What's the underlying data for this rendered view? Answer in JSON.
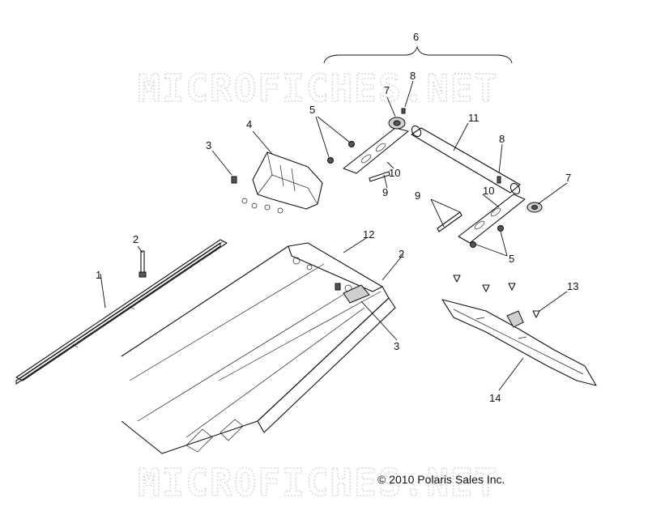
{
  "watermarks": [
    "MICROFICHES.NET",
    "MICROFICHES.NET"
  ],
  "copyright": "© 2010 Polaris Sales Inc.",
  "callouts": [
    "6",
    "8",
    "7",
    "5",
    "11",
    "4",
    "3",
    "8",
    "10",
    "7",
    "9",
    "9",
    "10",
    "2",
    "12",
    "2",
    "1",
    "5",
    "13",
    "3",
    "14"
  ]
}
